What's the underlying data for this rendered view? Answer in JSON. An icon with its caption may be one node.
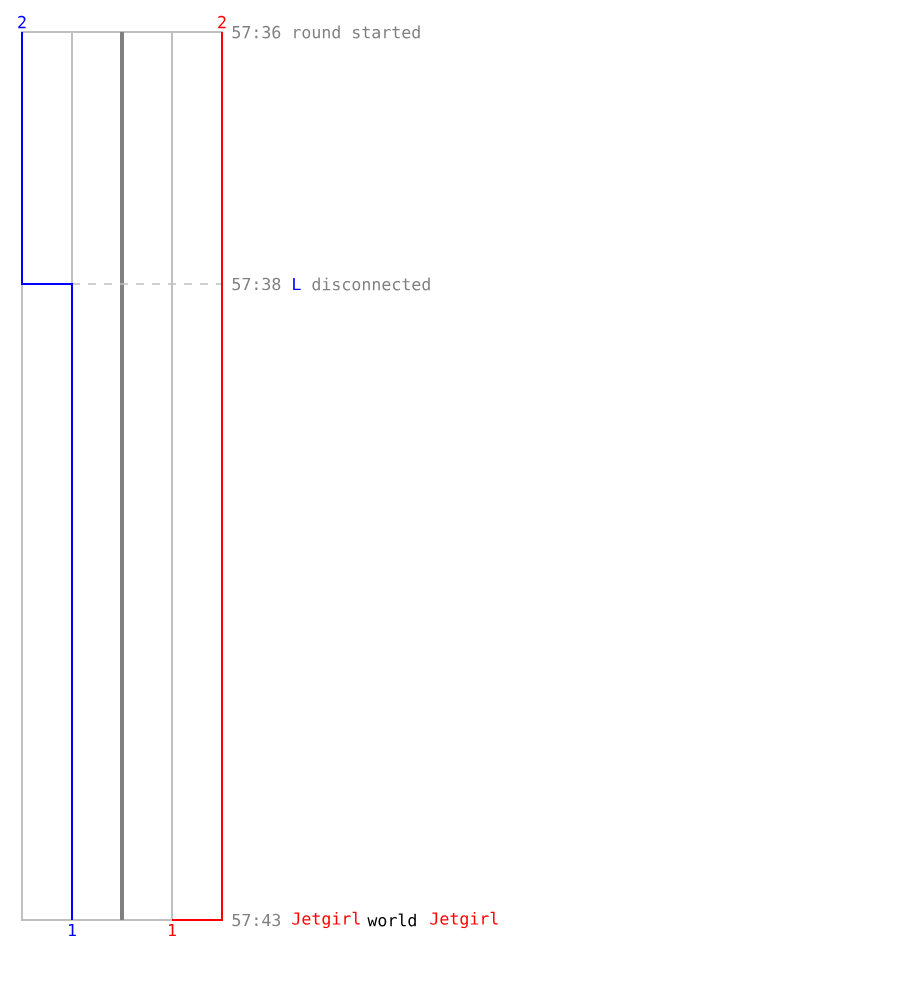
{
  "diagram": {
    "labels": [
      "2",
      "2",
      "57:36 round started",
      "57:38",
      "L",
      "disconnected",
      "1",
      "1",
      "57:43",
      "Jetgirl",
      "world",
      "Jetgirl"
    ]
  }
}
